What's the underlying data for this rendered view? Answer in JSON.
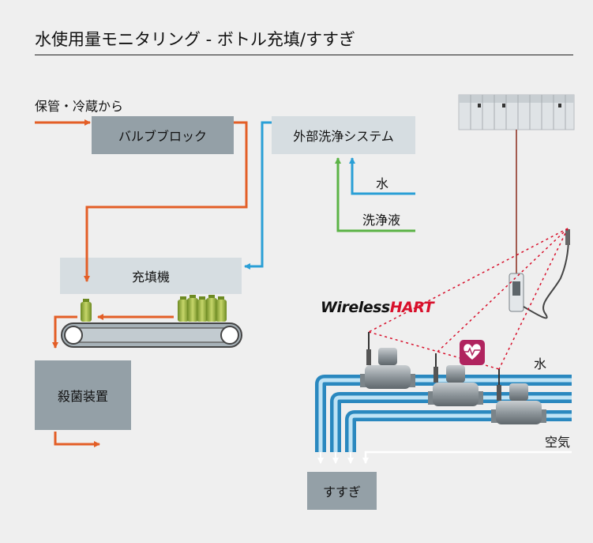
{
  "title": "水使用量モニタリング - ボトル充填/すすぎ",
  "labels": {
    "storage": "保管・冷蔵から",
    "valve_block": "バルブブロック",
    "cip_system": "外部洗浄システム",
    "water_in": "水",
    "detergent": "洗浄液",
    "filler": "充填機",
    "sterilizer": "殺菌装置",
    "rinse": "すすぎ",
    "water_line": "水",
    "air_line": "空気"
  },
  "wirelesshart": {
    "part1": "Wireless",
    "part2": "HART"
  },
  "colors": {
    "product_flow": "#e35e26",
    "cip_flow": "#2a9fd6",
    "detergent_flow": "#5bb346",
    "wireless_link": "#d8102b",
    "dark_box": "#94a0a7",
    "light_box": "#d6dde1",
    "health_badge": "#b0245f"
  },
  "icons": [
    "plc-icon",
    "gateway-icon",
    "bottle-icon",
    "conveyor-icon",
    "flowmeter-icon",
    "health-heart-icon"
  ]
}
